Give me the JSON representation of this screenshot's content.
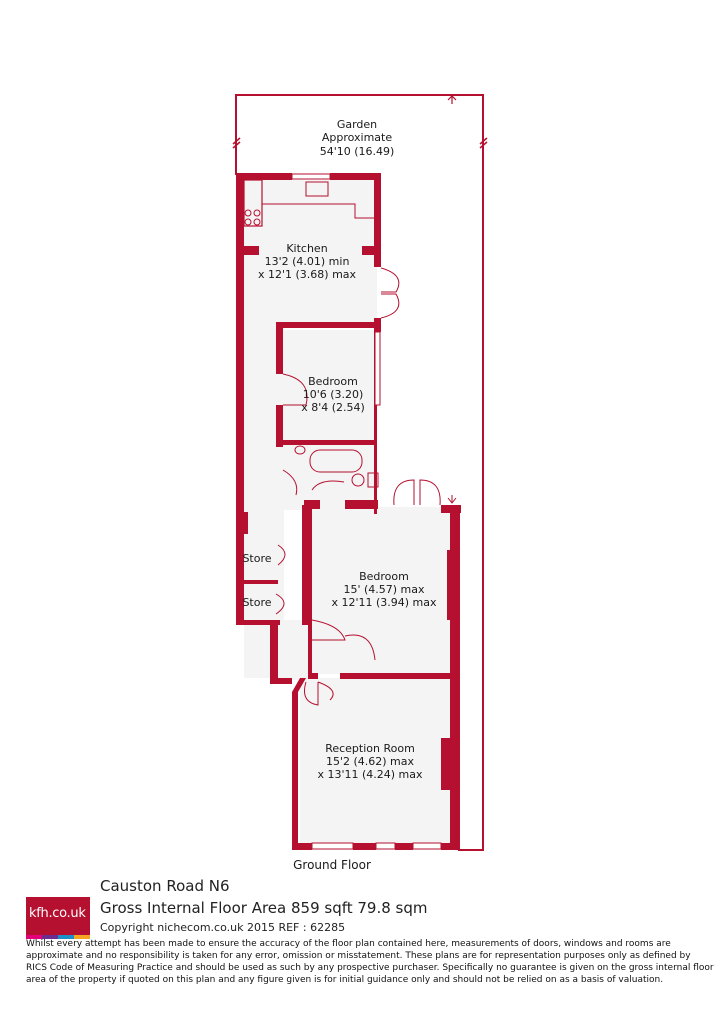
{
  "plan": {
    "wall_color": "#b5102f",
    "floor_color": "#f4f4f4",
    "garden": {
      "name": "Garden",
      "line2": "Approximate",
      "line3": "54'10 (16.49)"
    },
    "rooms": [
      {
        "id": "kitchen",
        "name": "Kitchen",
        "dim1": "13'2 (4.01) min",
        "dim2": "x 12'1 (3.68) max"
      },
      {
        "id": "bedroom-small",
        "name": "Bedroom",
        "dim1": "10'6 (3.20)",
        "dim2": "x 8'4 (2.54)"
      },
      {
        "id": "bedroom-large",
        "name": "Bedroom",
        "dim1": "15' (4.57) max",
        "dim2": "x 12'11 (3.94) max"
      },
      {
        "id": "reception",
        "name": "Reception Room",
        "dim1": "15'2 (4.62) max",
        "dim2": "x 13'11 (4.24) max"
      }
    ],
    "stores": [
      "Store",
      "Store"
    ],
    "floor_label": "Ground Floor"
  },
  "footer": {
    "logo_text": "kfh.co.uk",
    "logo_bar_colors": [
      "#e3007a",
      "#6c2d91",
      "#1c8fc9",
      "#f5a623"
    ],
    "address": "Causton Road  N6",
    "area": "Gross Internal Floor Area 859 sqft 79.8 sqm",
    "copyright": "Copyright nichecom.co.uk 2015 REF : 62285",
    "disclaimer": "Whilst every attempt has been made to ensure the accuracy of the floor plan contained here, measurements of doors, windows and rooms are approximate and no responsibility is taken for any error, omission or misstatement.  These plans are for representation purposes only as defined by RICS Code of Measuring Practice and should be used as such by any prospective purchaser.  Specifically no guarantee is given on the gross internal floor area of the property if quoted on this plan and any figure given is for initial guidance only and should not be relied on as a basis of valuation."
  }
}
